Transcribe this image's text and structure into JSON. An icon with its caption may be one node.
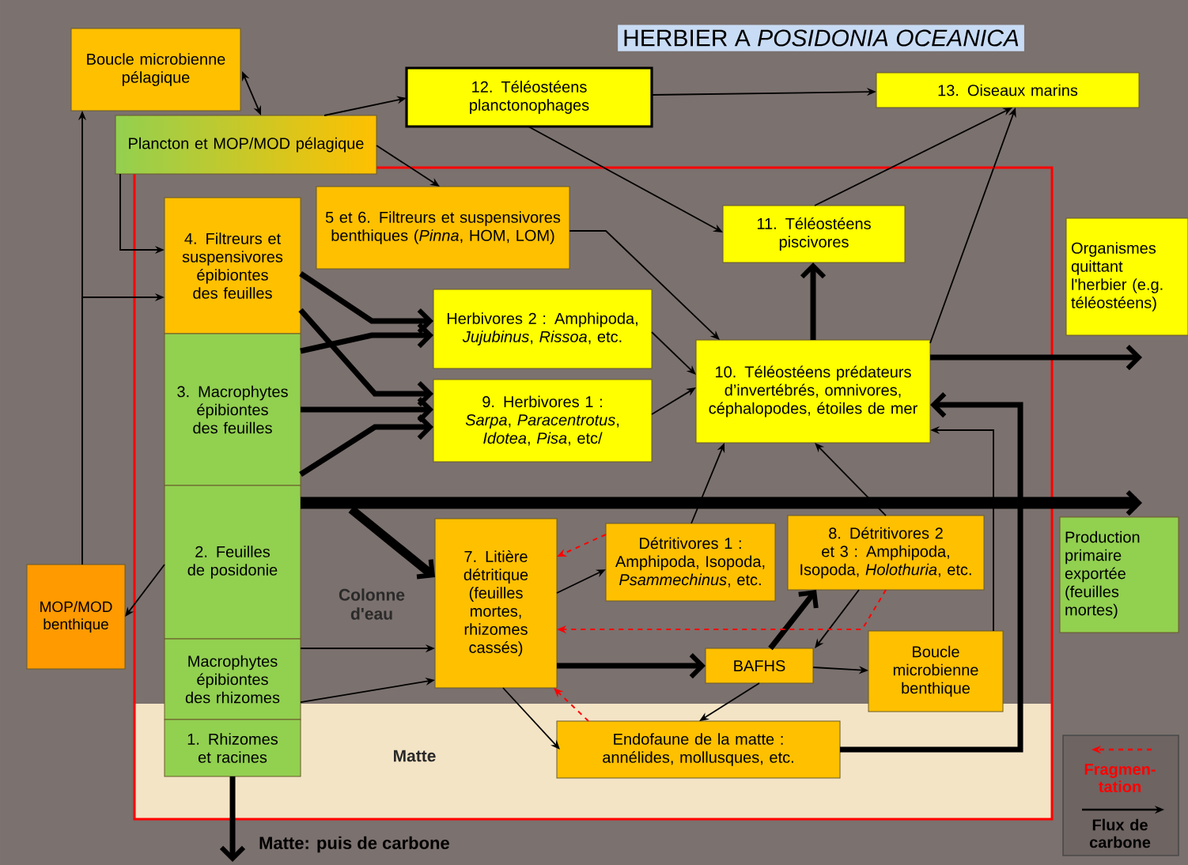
{
  "diagram": {
    "title": "HERBIER A *POSIDONIA OCEANICA*",
    "nodes": [
      {
        "text": [
          "Boucle microbienne pélagique"
        ]
      },
      {
        "text": [
          "Plancton et MOP/MOD pélagique"
        ]
      },
      {
        "text": [
          "12. Téléostéens planctonophages"
        ]
      },
      {
        "text": [
          "13. Oiseaux marins"
        ]
      },
      {
        "text": [
          "4. Filtreurs et suspensivores épibiontes des feuilles"
        ]
      },
      {
        "text": [
          "5 et 6. Filtreurs et suspensivores benthiques (*Pinna*, HOM, LOM)"
        ]
      },
      {
        "text": [
          "11. Téléostéens piscivores"
        ]
      },
      {
        "text": [
          "Organismes quittant l'herbier (e.g. téléostéens)"
        ]
      },
      {
        "text": [
          "3. Macrophytes épibiontes des feuilles"
        ]
      },
      {
        "text": [
          "Herbivores 2 : Amphipoda, *Jujubinus*, *Rissoa*, etc."
        ]
      },
      {
        "text": [
          "9. Herbivores 1 : *Sarpa*, *Paracentrotus*, *Idotea*, *Pisa*, etc/"
        ]
      },
      {
        "text": [
          "10. Téléostéens prédateurs d’invertébrés, omnivores, céphalopodes, étoiles de mer"
        ]
      },
      {
        "text": [
          "MOP/MOD benthique"
        ]
      },
      {
        "text": [
          "2. Feuilles de posidonie"
        ]
      },
      {
        "text": [
          "7. Litière détritique (feuilles mortes, rhizomes cassés)"
        ]
      },
      {
        "text": [
          "Détritivores 1 : Amphipoda, Isopoda, *Psammechinus*, etc."
        ]
      },
      {
        "text": [
          "8. Détritivores 2 et 3 : Amphipoda, Isopoda, *Holothuria*, etc."
        ]
      },
      {
        "text": [
          "Production primaire exportée (feuilles mortes)"
        ]
      },
      {
        "text": [
          "Macrophytes épibiontes des rhizomes"
        ]
      },
      {
        "text": [
          "BAFHS"
        ]
      },
      {
        "text": [
          "Boucle microbienne benthique"
        ]
      },
      {
        "text": [
          "1. Rhizomes et racines"
        ]
      },
      {
        "text": [
          "Endofaune de la matte : annélides, mollusques, etc."
        ]
      }
    ],
    "edges": [
      {
        "from": 0,
        "to": 1,
        "arrow": "both"
      },
      {
        "from": 1,
        "to": 2,
        "arrow": "to"
      },
      {
        "from": 1,
        "to": 5,
        "arrow": "to"
      },
      {
        "from": 1,
        "to": 4,
        "arrow": "to"
      },
      {
        "from": 2,
        "to": 3,
        "arrow": "to"
      },
      {
        "from": 2,
        "to": 6,
        "arrow": "to"
      },
      {
        "from": 5,
        "to": 11,
        "arrow": "to"
      },
      {
        "from": 6,
        "to": 3,
        "arrow": "to"
      },
      {
        "from": 11,
        "to": 3,
        "arrow": "to"
      },
      {
        "from": 11,
        "to": 6,
        "arrow": "to",
        "style": "thick"
      },
      {
        "from": 11,
        "to": 7,
        "arrow": "to",
        "style": "thick"
      },
      {
        "from": 9,
        "to": 11,
        "arrow": "to"
      },
      {
        "from": 10,
        "to": 11,
        "arrow": "to"
      },
      {
        "from": 4,
        "to": 9,
        "arrow": "to",
        "style": "thick"
      },
      {
        "from": 8,
        "to": 9,
        "arrow": "to",
        "style": "thick"
      },
      {
        "from": 4,
        "to": 10,
        "arrow": "to",
        "style": "thick"
      },
      {
        "from": 8,
        "to": 10,
        "arrow": "to",
        "style": "thick"
      },
      {
        "from": 8,
        "to": 10,
        "arrow": "to",
        "style": "thick"
      },
      {
        "from": 13,
        "to": 12,
        "arrow": "to"
      },
      {
        "from": 12,
        "to": 0,
        "arrow": "to"
      },
      {
        "from": 12,
        "to": 4,
        "arrow": "to"
      },
      {
        "from": 13,
        "to": 17,
        "arrow": "to",
        "style": "thick"
      },
      {
        "from": 13,
        "to": 14,
        "arrow": "to",
        "style": "thick"
      },
      {
        "from": 18,
        "to": 14,
        "arrow": "to"
      },
      {
        "from": 18,
        "to": 14,
        "arrow": "to"
      },
      {
        "from": 14,
        "to": 15,
        "arrow": "to"
      },
      {
        "from": 14,
        "to": 19,
        "arrow": "to",
        "style": "thick"
      },
      {
        "from": 14,
        "to": 22,
        "arrow": "to"
      },
      {
        "from": 15,
        "to": 11,
        "arrow": "to"
      },
      {
        "from": 16,
        "to": 11,
        "arrow": "to"
      },
      {
        "from": 19,
        "to": 16,
        "arrow": "to",
        "style": "thick"
      },
      {
        "from": 16,
        "to": 19,
        "arrow": "to"
      },
      {
        "from": 19,
        "to": 20,
        "arrow": "to"
      },
      {
        "from": 19,
        "to": 22,
        "arrow": "to"
      },
      {
        "from": 22,
        "to": 11,
        "arrow": "to",
        "style": "thick"
      },
      {
        "from": 20,
        "to": 11,
        "arrow": "to"
      },
      {
        "from": 15,
        "to": 14,
        "arrow": "to",
        "style": "dashed",
        "color": "#ff0000"
      },
      {
        "from": 16,
        "to": 14,
        "arrow": "to",
        "style": "dashed",
        "color": "#ff0000"
      },
      {
        "from": 22,
        "to": 14,
        "arrow": "to",
        "style": "dashed",
        "color": "#ff0000"
      },
      {
        "from": 21,
        "to": null,
        "arrow": "to",
        "label": "Matte: puis de carbone",
        "style": "thick"
      }
    ],
    "labels": [
      "Colonne d'eau",
      "Matte"
    ],
    "legend": [
      {
        "text": "Fragmen- tation"
      },
      {
        "text": "Flux de carbone"
      }
    ]
  }
}
